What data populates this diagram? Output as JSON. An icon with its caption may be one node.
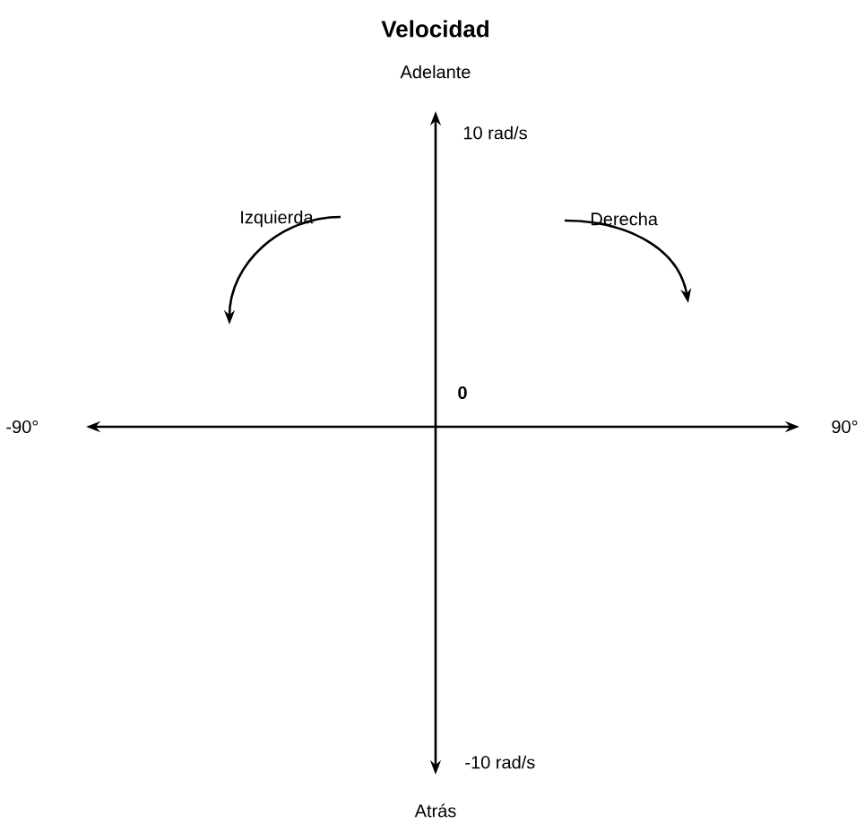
{
  "diagram": {
    "title": "Velocidad",
    "labels": [
      "Adelante",
      "10 rad/s",
      "Izquierda",
      "Derecha",
      "0",
      "-90°",
      "90°",
      "-10 rad/s",
      "Atrás"
    ]
  }
}
